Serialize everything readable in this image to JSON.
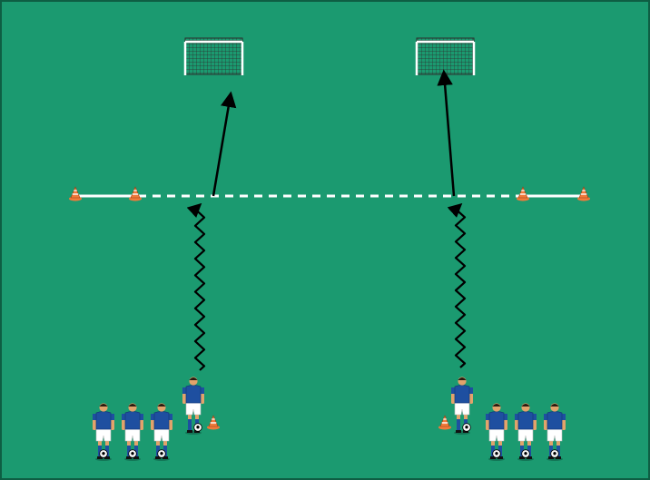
{
  "diagram": {
    "kind": "soccer-dribble-and-shoot-drill",
    "colors": {
      "pitch": "#1b9a70",
      "pitch_border": "#0e5e43",
      "line": "#ffffff",
      "arrow": "#000000",
      "jersey": "#1e4fa0",
      "shorts": "#ffffff",
      "skin": "#e2a36b",
      "hair": "#2a1a10",
      "cone": "#f07a3a",
      "cone_stripe": "#ffffff",
      "net": "#2d2d2d"
    },
    "elements": {
      "goals": 2,
      "cones": 6,
      "players": 8,
      "balls": 8,
      "dribble_paths": 2,
      "shot_arrows": 2
    }
  }
}
